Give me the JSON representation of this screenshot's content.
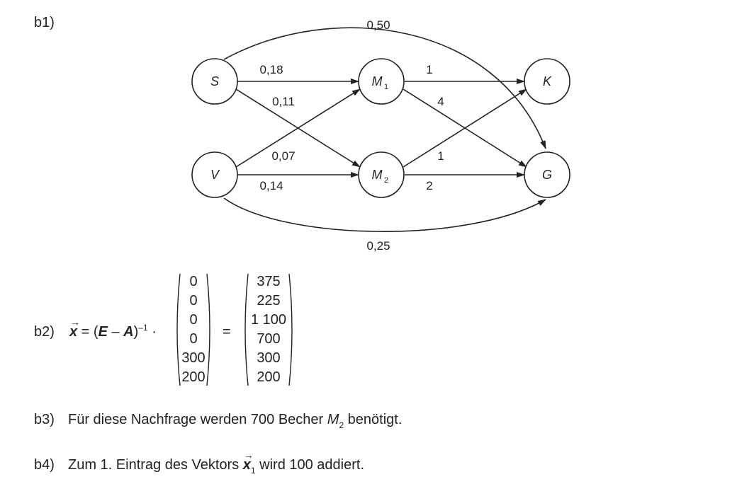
{
  "b1": {
    "label": "b1)",
    "nodes": {
      "S": "S",
      "V": "V",
      "M1": "M",
      "M1_sub": "1",
      "M2": "M",
      "M2_sub": "2",
      "K": "K",
      "G": "G"
    },
    "edges": {
      "S_G": "0,50",
      "S_M1": "0,18",
      "S_M2": "0,11",
      "V_M1": "0,07",
      "V_M2": "0,14",
      "V_G": "0,25",
      "M1_K": "1",
      "M1_G": "4",
      "M2_K": "1",
      "M2_G": "2"
    }
  },
  "b2": {
    "label": "b2)",
    "x": "x",
    "eq1": " = (",
    "E": "E",
    "minus": " – ",
    "A": "A",
    "close": ")",
    "inv": "–1",
    "dot": " ·",
    "equals": "=",
    "vec_in": [
      "0",
      "0",
      "0",
      "0",
      "300",
      "200"
    ],
    "vec_out": [
      "375",
      "225",
      "1 100",
      "700",
      "300",
      "200"
    ]
  },
  "b3": {
    "label": "b3)",
    "text_before": "Für diese Nachfrage werden 700 Becher ",
    "var": "M",
    "sub": "2",
    "text_after": " benötigt."
  },
  "b4": {
    "label": "b4)",
    "text_before": "Zum 1. Eintrag des Vektors ",
    "var": "x",
    "sub": "1",
    "text_after": " wird 100 addiert."
  }
}
